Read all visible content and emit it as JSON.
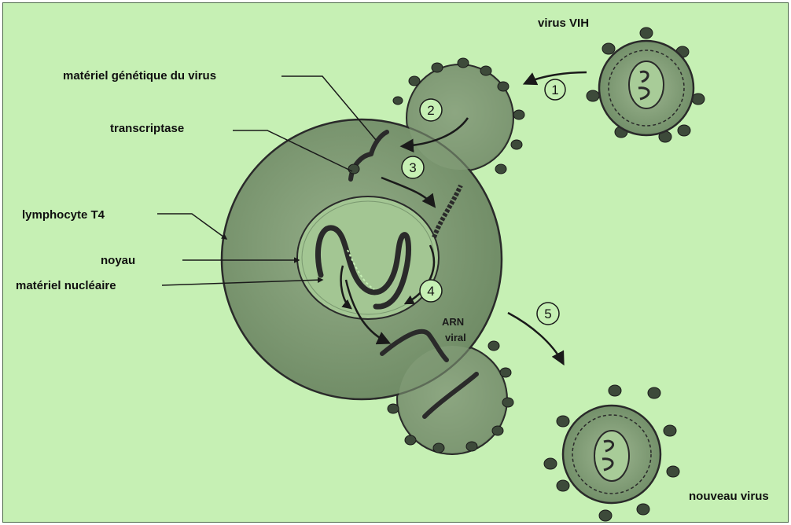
{
  "colors": {
    "background": "#c6f0b4",
    "cell_fill": "#7f9a74",
    "cell_dark": "#5f7a58",
    "nucleus_fill": "#a8cc98",
    "ink": "#1a1a1a"
  },
  "labels": {
    "virus_vih": "virus VIH",
    "materiel_genetique": "matériel génétique du virus",
    "transcriptase": "transcriptase",
    "lymphocyte": "lymphocyte T4",
    "noyau": "noyau",
    "materiel_nucleaire": "matériel nucléaire",
    "arn_viral_line1": "ARN",
    "arn_viral_line2": "viral",
    "nouveau_virus": "nouveau virus"
  },
  "steps": [
    "1",
    "2",
    "3",
    "4",
    "5"
  ],
  "icons": {
    "virus": "virus-particle-icon",
    "arrow": "curved-arrow-icon"
  }
}
